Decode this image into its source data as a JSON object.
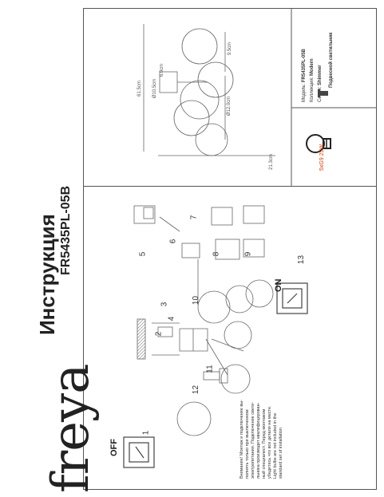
{
  "brand": "freya",
  "title": "Инструкция",
  "model": "FR5435PL-05B",
  "spec_table": {
    "model_label": "Модель:",
    "model_value": "FR5435PL-05B",
    "collection_label": "Коллекция:",
    "collection_value": "Modern",
    "series_label": "Серия:",
    "series_value": "Shimmer",
    "type_value": "Подвесной светильник"
  },
  "lamp": {
    "spec": "5xG9 25W"
  },
  "dimensions": {
    "d1": "21.3cm",
    "d2": "61.5cm",
    "d3": "Ø10.5cm",
    "d4": "Ø12.0cm",
    "d5": "9.5cm",
    "d6": "6.0cm"
  },
  "steps": [
    "1",
    "2",
    "3",
    "4",
    "5",
    "6",
    "7",
    "8",
    "9",
    "10",
    "11",
    "12",
    "13"
  ],
  "switch": {
    "off": "OFF",
    "on": "ON"
  },
  "warning_lines": [
    "Внимание! Монтаж и подключение вы-",
    "полнять только при выключенном",
    "электропитании. Подключение свети-",
    "льника производит квалифицирован-",
    "ный специалист. Перед монтажом",
    "убедитесь что все детали на месте.",
    "Light bulbs are not included in the",
    "standard set of installation"
  ]
}
